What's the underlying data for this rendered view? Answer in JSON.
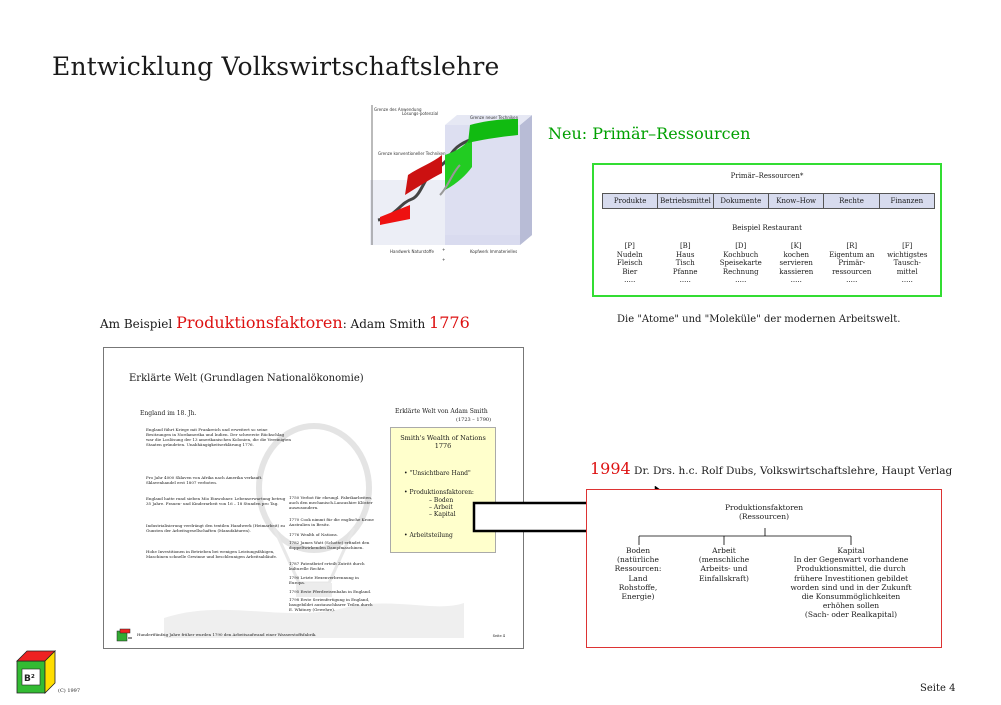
{
  "page": {
    "title": "Entwicklung Volkswirtschaftslehre",
    "page_number": "Seite 4",
    "copyright": "(C) 1997",
    "logo_text": "B²"
  },
  "figure": {
    "axis_label": "Grenze des Anwendung",
    "label_peak": "Lösungs-potenzial",
    "label_mid": "Grenze konventioneller Techniken",
    "label_right": "Grenze neuer Techniken",
    "label_bottom_left": "Handwerk Naturstoffe",
    "label_bottom_right": "Kopfwerk Immaterielles",
    "plus_1": "+",
    "plus_2": "+"
  },
  "resources": {
    "title": "Neu: Primär–Ressourcen",
    "box_title": "Primär–Ressourcen*",
    "categories": [
      "Produkte",
      "Betriebsmittel",
      "Dokumente",
      "Know–How",
      "Rechte",
      "Finanzen"
    ],
    "example_title": "Beispiel Restaurant",
    "examples": [
      [
        "[P]",
        "Nudeln",
        "Fleisch",
        "Bier",
        "....."
      ],
      [
        "[B]",
        "Haus",
        "Tisch",
        "Pfanne",
        "....."
      ],
      [
        "[D]",
        "Kochbuch",
        "Speisekarte",
        "Rechnung",
        "....."
      ],
      [
        "[K]",
        "kochen",
        "servieren",
        "kassieren",
        "....."
      ],
      [
        "[R]",
        "Eigentum an",
        "Primär-",
        "ressourcen",
        "....."
      ],
      [
        "[F]",
        "wichtigstes",
        "Tausch-",
        "mittel",
        "....."
      ]
    ],
    "caption": "Die \"Atome\" und \"Moleküle\" der modernen Arbeitswelt."
  },
  "smith": {
    "prefix": "Am Beispiel ",
    "highlight": "Produktionsfaktoren",
    "middle": ": Adam Smith ",
    "year": "1776"
  },
  "slide": {
    "title": "Erklärte Welt (Grundlagen Nationalökonomie)",
    "england": "England im 18. Jh.",
    "para1": "England führt Kriege mit Frankreich und erweitert so seine Besitzungen in Nordamerika und Indien. Der schwerste Rückschlag war die Loslösung der 13 amerikanischen Kolonien, die die Vereinigten Staaten gründeten. Unabhängigkeitserklärung 1776.",
    "para2": "Pro Jahr 4000 Sklaven von Afrika nach Amerika verkauft. Sklavenhandel erst 1807 verboten.",
    "para3": "England hatte rund sieben Mio Einwohner. Lebenserwartung betrug 35 Jahre. Frauen- und Kinderarbeit von 16 – 18 Stunden pro Tag.",
    "para4": "Industrialisierung verdrängt den textilen Handwerk (Heimarbeit) zu Gunsten der Arbeitsgesellschaften (Manufakturen).",
    "para5": "Hohe Investitionen in Betrieben bei wenigen Leistungsfähigen, Maschinen schnelle Gewinne und beschleunigen Arbeitsabläufe.",
    "years": [
      "1750 Verbot für ehrungl. Fabrikarbeiten, auch den mechanisch.Lancashire Klöster auszusondern.",
      "1770 Cook nimmt für die englische Krone Australien in Besitz.",
      "1776 Wealth of Nations.",
      "1782 James Watt (Schotte) erfindet den doppeltwirkenden Dampfmaschinen.",
      "1787 Patentbrief erteilt Zutritt durch kulturelle Rechte.",
      "1790 Letzte Hexenverbrennung in Europa.",
      "1795 Erste Pferdeeisenbahn in England.",
      "1798 Erste Serienfertigung in England, baugebildet austauschbarer Teilen durch E. Whitney (Gewehre)."
    ],
    "erk_title": "Erklärte Welt von Adam Smith",
    "erk_years": "(1723 – 1790)",
    "wealth_title": "Smith's Wealth of Nations",
    "wealth_year": "1776",
    "bullet1": "• \"Unsichtbare Hand\"",
    "bullet2": "• Produktionsfaktoren:",
    "sub1": "– Boden",
    "sub2": "– Arbeit",
    "sub3": "– Kapital",
    "bullet3": "• Arbeitsteilung",
    "footnote": "Hundertfünfzig Jahre früher wurden 1790 den Arbeitsaufwand einer Wasserstoffsfabrik.",
    "pg": "Seite 4"
  },
  "dubs": {
    "year": "1994",
    "text": " Dr. Drs. h.c. Rolf Dubs, Volkswirtschaftslehre, Haupt Verlag"
  },
  "factors": {
    "title": "Produktionsfaktoren",
    "subtitle": "(Ressourcen)",
    "boden": [
      "Boden",
      "(natürliche",
      "Ressourcen:",
      "Land",
      "Rohstoffe,",
      "Energie)"
    ],
    "arbeit": [
      "Arbeit",
      "(menschliche",
      "Arbeits- und",
      "Einfallskraft)"
    ],
    "kapital": [
      "Kapital",
      "In der Gegenwart vorhandene",
      "Produktionsmittel, die durch",
      "frühere Investitionen gebildet",
      "worden sind und in der Zukunft",
      "die Konsummöglichkeiten",
      "erhöhen sollen",
      "(Sach- oder Realkapital)"
    ]
  },
  "colors": {
    "green_accent": "#00a000",
    "green_border": "#33dd33",
    "red_accent": "#dd1111",
    "category_fill": "#d7dbee",
    "wealth_fill": "#ffffcc"
  }
}
